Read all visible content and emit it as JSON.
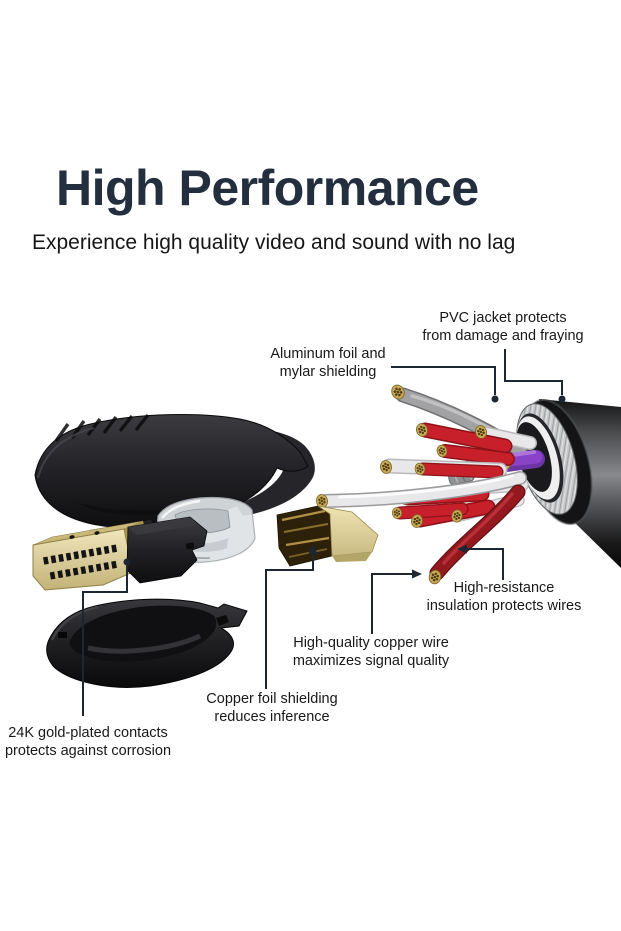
{
  "header": {
    "title": "High Performance",
    "subtitle": "Experience high quality video and sound with no lag"
  },
  "diagram": {
    "callouts": [
      {
        "id": "pvc-jacket",
        "label": "PVC jacket protects\nfrom damage and fraying"
      },
      {
        "id": "aluminum-foil",
        "label": "Aluminum foil and\nmylar shielding"
      },
      {
        "id": "high-resistance",
        "label": "High-resistance\ninsulation protects wires"
      },
      {
        "id": "copper-wire",
        "label": "High-quality copper wire\nmaximizes signal quality"
      },
      {
        "id": "copper-foil",
        "label": "Copper foil shielding\nreduces inference"
      },
      {
        "id": "gold-contacts",
        "label": "24K gold-plated contacts\nprotects against corrosion"
      }
    ]
  },
  "colors": {
    "title_navy": "#232F3E",
    "body_text": "#181818",
    "callout_line": "#1C2733",
    "wire_red": "#C8202A",
    "wire_dark_red": "#94191F",
    "wire_white": "#E8E8EA",
    "wire_purple": "#8A43C8",
    "wire_gray": "#A2A2A5",
    "strand_gold": "#C9AB58",
    "connector_gold": "#E8DCAB",
    "housing_black": "#1F1F22",
    "braid_gray": "#C5C7C8"
  }
}
